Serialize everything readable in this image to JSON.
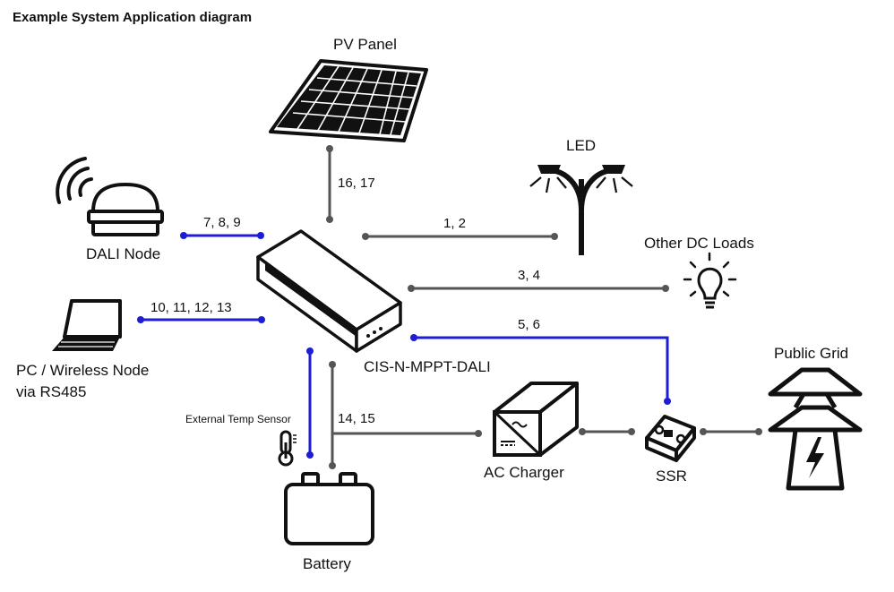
{
  "title": "Example System Application diagram",
  "components": {
    "pv_panel": "PV Panel",
    "led": "LED",
    "dali_node": "DALI Node",
    "other_dc_loads": "Other DC Loads",
    "pc_wireless_line1": "PC / Wireless Node",
    "pc_wireless_line2": "via RS485",
    "controller": "CIS-N-MPPT-DALI",
    "public_grid": "Public Grid",
    "ext_temp_sensor": "External Temp Sensor",
    "ac_charger": "AC Charger",
    "ssr": "SSR",
    "battery": "Battery"
  },
  "connections": {
    "pv": "16, 17",
    "dali": "7, 8, 9",
    "led": "1, 2",
    "dc_loads": "3, 4",
    "rs485": "10, 11, 12, 13",
    "ssr": "5, 6",
    "battery": "14, 15"
  },
  "colors": {
    "signal_line": "#1d1dd6",
    "power_line": "#555555",
    "ink": "#111111"
  }
}
